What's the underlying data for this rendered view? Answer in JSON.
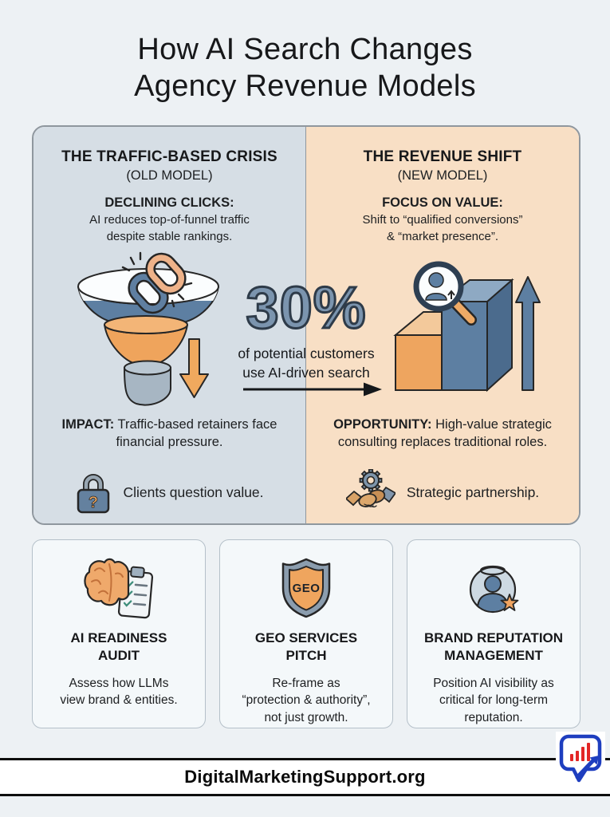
{
  "title": {
    "line1": "How AI Search Changes",
    "line2": "Agency Revenue Models"
  },
  "comparison": {
    "left": {
      "heading": "THE TRAFFIC-BASED CRISIS",
      "subheading": "(OLD MODEL)",
      "point_label": "DECLINING CLICKS:",
      "point_lines": [
        "AI reduces top-of-funnel traffic",
        "despite stable rankings."
      ],
      "impact_label": "IMPACT:",
      "impact_text": "Traffic-based retainers face financial pressure.",
      "caption": "Clients question value.",
      "illustration": "broken-link-funnel",
      "icon": "lock-question"
    },
    "right": {
      "heading": "THE REVENUE SHIFT",
      "subheading": "(NEW MODEL)",
      "point_label": "FOCUS ON VALUE:",
      "point_lines": [
        "Shift to “qualified conversions”",
        "& “market presence”."
      ],
      "impact_label": "OPPORTUNITY:",
      "impact_text": "High-value strategic consulting replaces traditional roles.",
      "caption": "Strategic partnership.",
      "illustration": "growth-bars-magnifier",
      "icon": "handshake-gear"
    },
    "center": {
      "stat_value": "30%",
      "stat_lines": [
        "of potential customers",
        "use AI-driven search"
      ]
    }
  },
  "cards": [
    {
      "icon": "brain-checklist",
      "title_lines": [
        "AI READINESS",
        "AUDIT"
      ],
      "body_lines": [
        "Assess how LLMs",
        "view brand & entities.",
        ""
      ]
    },
    {
      "icon": "geo-shield",
      "badge": "GEO",
      "title_lines": [
        "GEO SERVICES",
        "PITCH"
      ],
      "body_lines": [
        "Re-frame as",
        "“protection & authority”,",
        "not just growth."
      ]
    },
    {
      "icon": "avatar-halo-star",
      "title_lines": [
        "BRAND REPUTATION",
        "MANAGEMENT"
      ],
      "body_lines": [
        "Position AI visibility as",
        "critical for long-term",
        "reputation."
      ]
    }
  ],
  "footer": {
    "site": "DigitalMarketingSupport.org"
  },
  "colors": {
    "slate_blue": "#5d7fa2",
    "orange": "#efa55e",
    "left_panel_bg": "#d6dee5",
    "right_panel_bg": "#f8dfc5",
    "page_bg": "#edf1f4",
    "logo_blue": "#1e3ebf",
    "logo_red": "#e32626"
  }
}
